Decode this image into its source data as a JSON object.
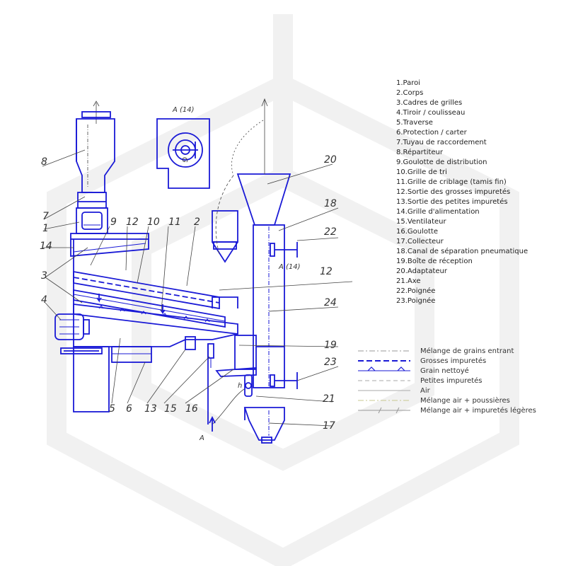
{
  "diagram": {
    "section_label": "A (14)",
    "view_arrow_label": "A",
    "shaft_label": "h",
    "pulley_label": "G",
    "callouts": {
      "c1": "1",
      "c2": "2",
      "c3": "3",
      "c4": "4",
      "c5": "5",
      "c6": "6",
      "c7": "7",
      "c8": "8",
      "c9": "9",
      "c10": "10",
      "c11": "11",
      "c12a": "12",
      "c12b": "12",
      "c13": "13",
      "c14": "14",
      "c15": "15",
      "c16": "16",
      "c17": "17",
      "c18": "18",
      "c19": "19",
      "c20": "20",
      "c21": "21",
      "c22": "22",
      "c23": "23",
      "c24": "24"
    }
  },
  "parts_list": [
    "1.Paroi",
    "2.Corps",
    "3.Cadres de grilles",
    "4.Tiroir / coulisseau",
    "5.Traverse",
    "6.Protection / carter",
    "7.Tuyau de raccordement",
    "8.Répartiteur",
    "9.Goulotte de distribution",
    "10.Grille de tri",
    "11.Grille de criblage (tamis fin)",
    "12.Sortie des grosses impuretés",
    "13.Sortie des petites impuretés",
    "14.Grille d'alimentation",
    "15.Ventilateur",
    "16.Goulotte",
    "17.Collecteur",
    "18.Canal de séparation pneumatique",
    "19.Boîte de réception",
    "20.Adaptateur",
    "21.Axe",
    "22.Poignée",
    "23.Poignée"
  ],
  "legend": [
    {
      "label": "Mélange de grains entrant",
      "style": "dashdot",
      "color": "#999999"
    },
    {
      "label": "Grosses impuretés",
      "style": "dashed-thick",
      "color": "#1a1ad6"
    },
    {
      "label": "Grain nettoyé",
      "style": "triangles",
      "color": "#1a1ad6"
    },
    {
      "label": "Petites impuretés",
      "style": "dashed",
      "color": "#aaaaaa"
    },
    {
      "label": "Air",
      "style": "solid",
      "color": "#aaaaaa"
    },
    {
      "label": "Mélange air + poussières",
      "style": "dashdot-yellow",
      "color": "#c8c890"
    },
    {
      "label": "Mélange air + impuretés légères",
      "style": "slash",
      "color": "#999999"
    }
  ],
  "colors": {
    "drawing": "#1a1ad6",
    "text": "#333333"
  }
}
